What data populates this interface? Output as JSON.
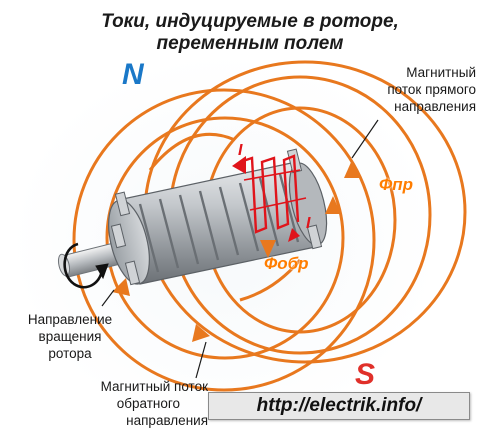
{
  "title": {
    "line1": "Токи, индуцируемые в роторе,",
    "line2": "переменным полем"
  },
  "poles": {
    "north": "N",
    "south": "S"
  },
  "labels": {
    "forward_flux": [
      "Магнитный",
      "поток прямого",
      "направления"
    ],
    "rotation_direction": [
      "Направление",
      "вращения",
      "ротора"
    ],
    "reverse_flux": [
      "Магнитный поток",
      "обратного",
      "направления"
    ]
  },
  "symbols": {
    "flux_forward": "Фпр",
    "flux_reverse": "Фобр",
    "current_top": "I",
    "current_bottom": "I"
  },
  "website": "http://electrik.info/",
  "colors": {
    "flux_lines": "#e8781e",
    "current": "#e0141b",
    "north": "#1a78c8",
    "south": "#e0302a",
    "rotor_body": "#a8acb0"
  },
  "icons": [
    "rotation-arrow-icon",
    "flux-arrow-icon",
    "current-arrow-icon"
  ]
}
